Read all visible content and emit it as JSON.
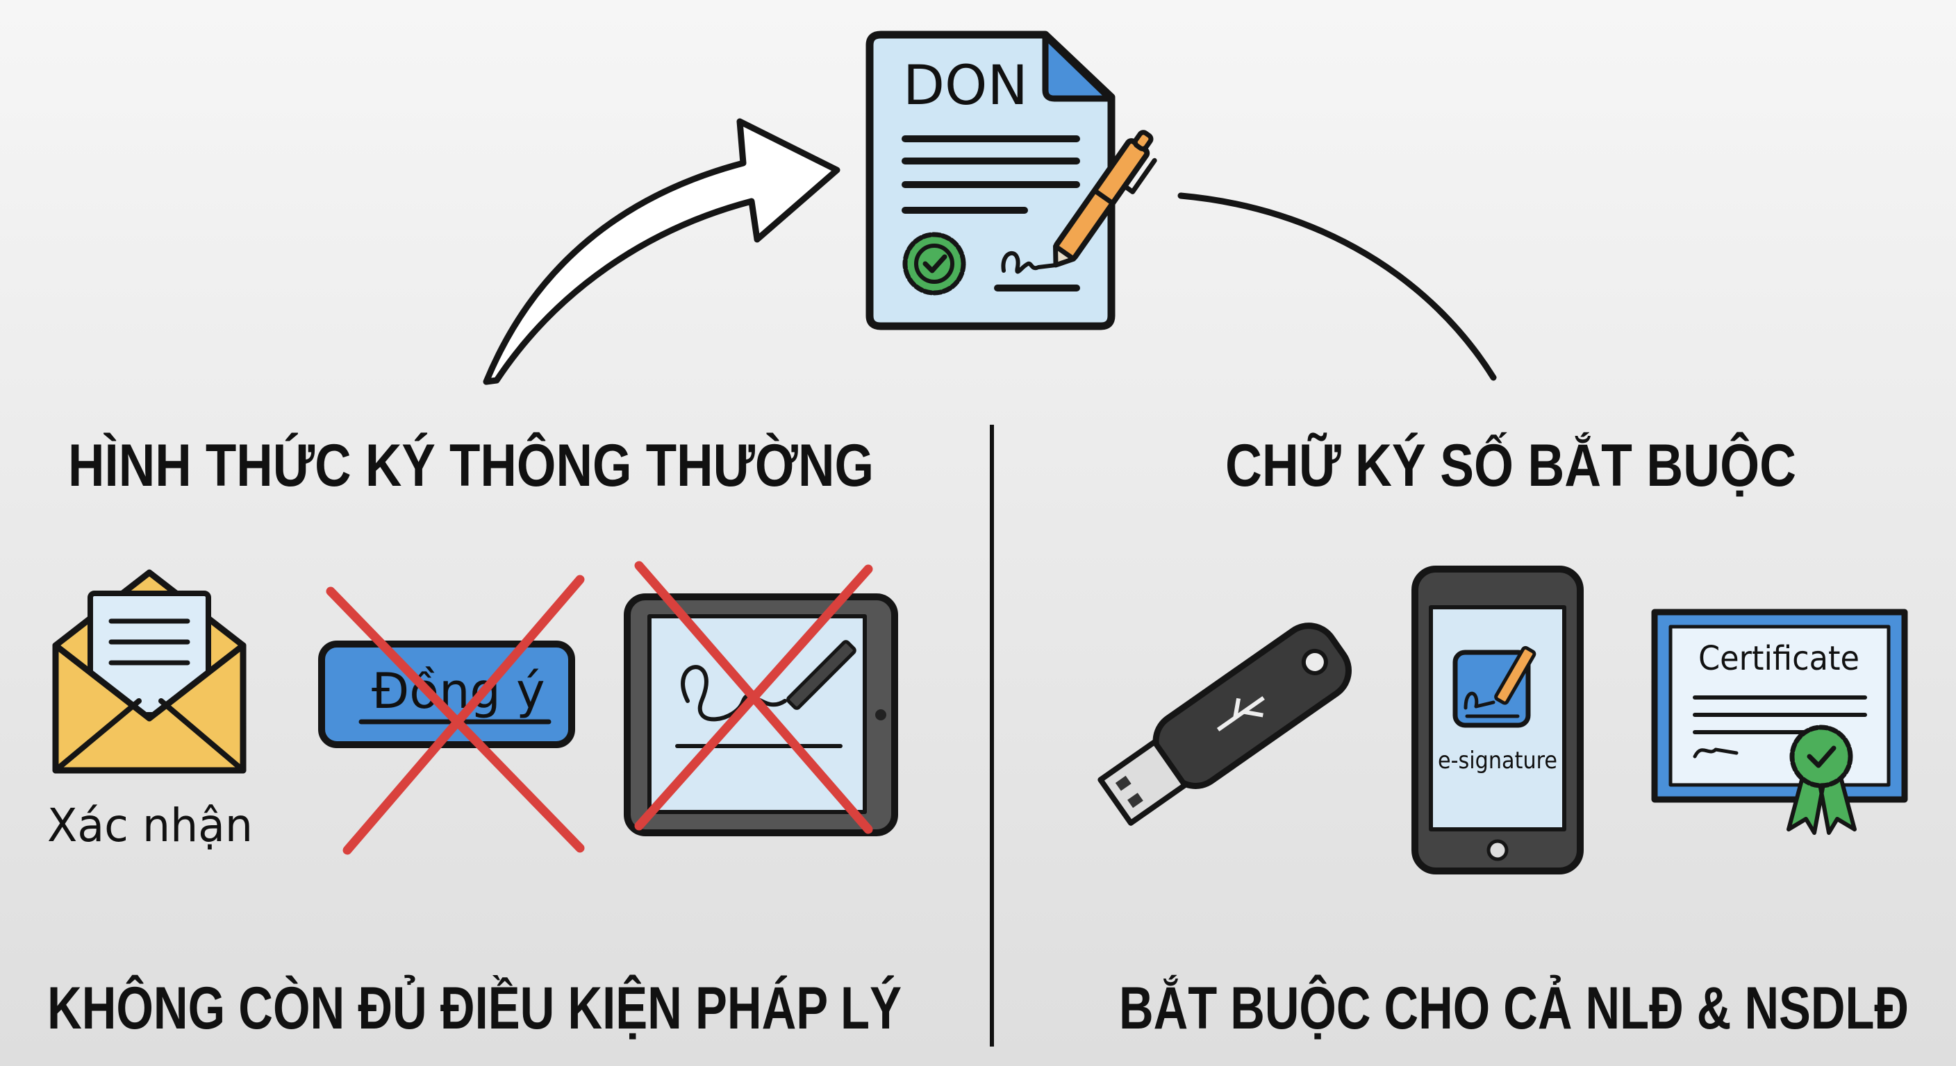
{
  "document": {
    "title": "DON"
  },
  "left": {
    "heading": "HÌNH THỨC KÝ THÔNG THƯỜNG",
    "envelope_label": "Xác nhận",
    "button_label": "Đồng ý",
    "footer": "KHÔNG CÒN ĐỦ ĐIỀU KIỆN PHÁP LÝ"
  },
  "right": {
    "heading": "CHỮ KÝ SỐ BẮT BUỘC",
    "phone_label": "e-signature",
    "certificate_label": "Certificate",
    "footer": "BẮT BUỘC CHO CẢ NLĐ & NSDLĐ"
  },
  "colors": {
    "background": "#ececec",
    "paper": "#cfe6f5",
    "blue": "#4a90d9",
    "orange": "#f2a650",
    "green": "#4caf5a",
    "red_cross": "#d9413d",
    "envelope": "#f3c55e",
    "dark": "#3a3a3a"
  }
}
